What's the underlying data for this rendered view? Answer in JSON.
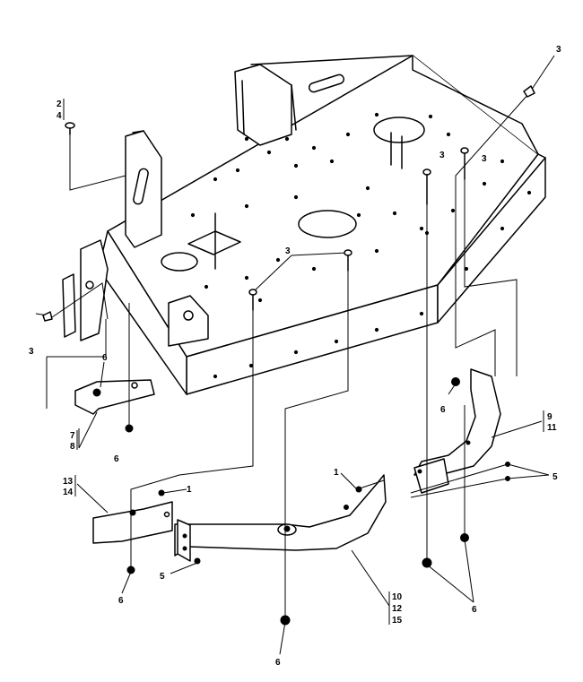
{
  "labels": [
    {
      "id": "c1",
      "text": "2"
    },
    {
      "id": "c2",
      "text": "4"
    },
    {
      "id": "c3",
      "text": "3"
    },
    {
      "id": "c4",
      "text": "3"
    },
    {
      "id": "c5",
      "text": "3"
    },
    {
      "id": "c6",
      "text": "3"
    },
    {
      "id": "c7",
      "text": "3"
    },
    {
      "id": "c8",
      "text": "6"
    },
    {
      "id": "c9",
      "text": "7"
    },
    {
      "id": "c10",
      "text": "8"
    },
    {
      "id": "c11",
      "text": "6"
    },
    {
      "id": "c12",
      "text": "6"
    },
    {
      "id": "c13",
      "text": "9"
    },
    {
      "id": "c14",
      "text": "11"
    },
    {
      "id": "c15",
      "text": "5"
    },
    {
      "id": "c16",
      "text": "1"
    },
    {
      "id": "c17",
      "text": "13"
    },
    {
      "id": "c18",
      "text": "14"
    },
    {
      "id": "c19",
      "text": "1"
    },
    {
      "id": "c20",
      "text": "5"
    },
    {
      "id": "c21",
      "text": "6"
    },
    {
      "id": "c22",
      "text": "10"
    },
    {
      "id": "c23",
      "text": "12"
    },
    {
      "id": "c24",
      "text": "15"
    },
    {
      "id": "c25",
      "text": "6"
    },
    {
      "id": "c26",
      "text": "6"
    }
  ]
}
